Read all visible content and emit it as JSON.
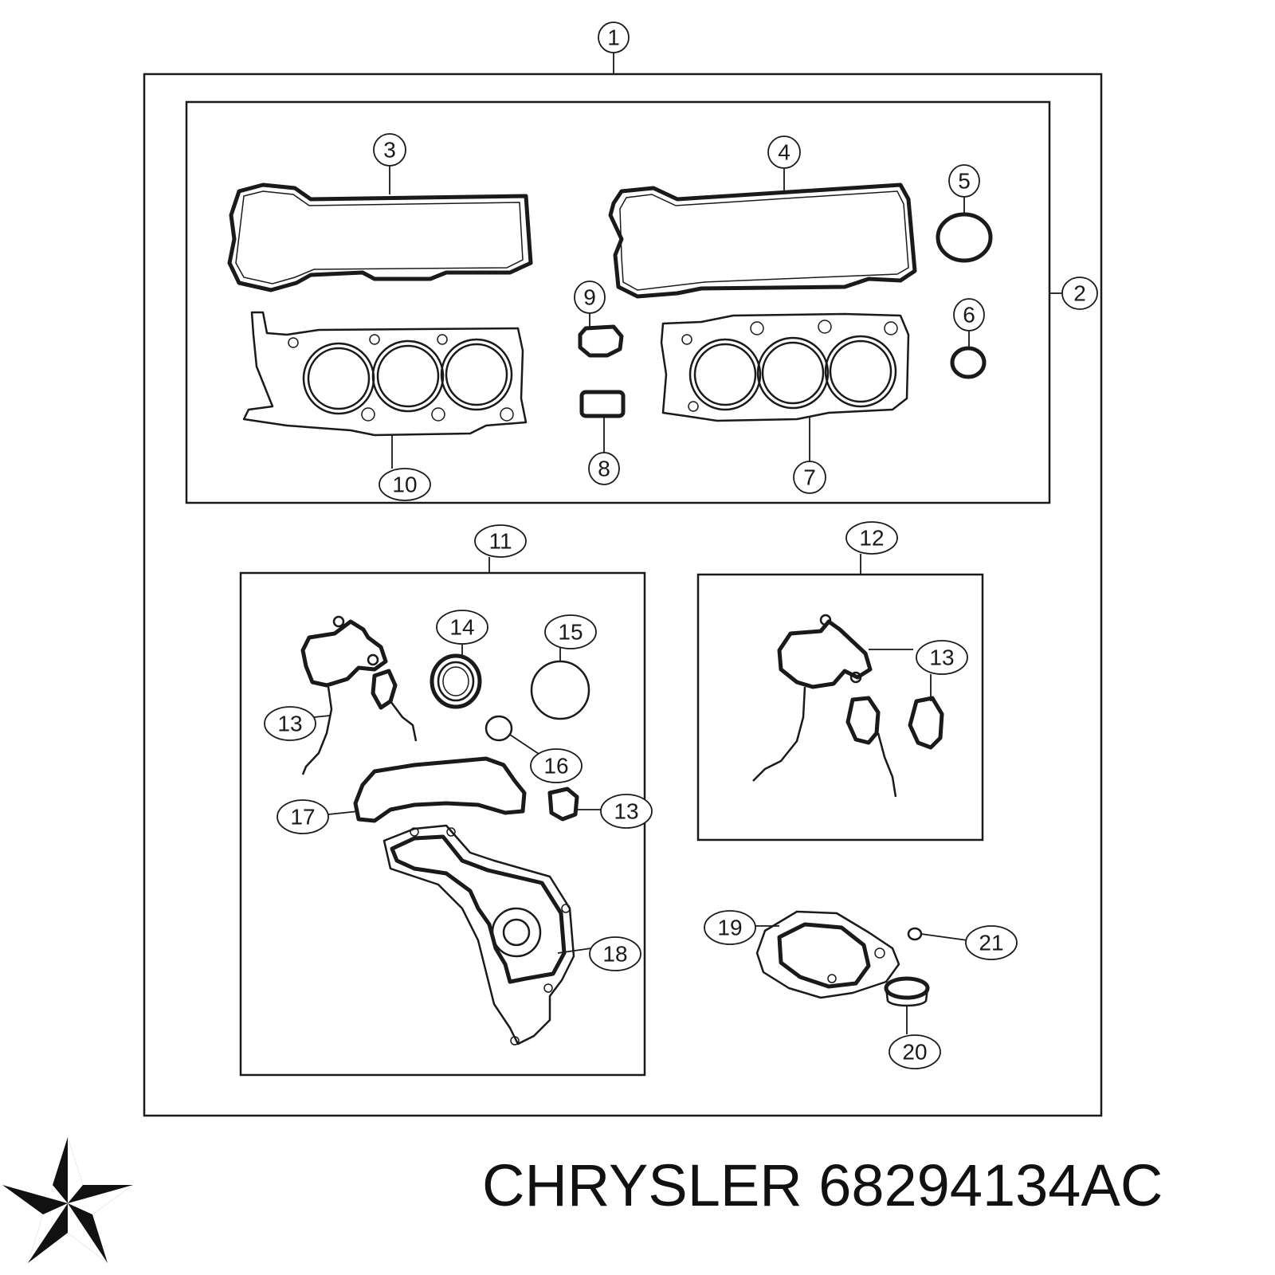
{
  "brand": {
    "name": "CHRYSLER",
    "part_number": "68294134AC",
    "logo_icon": "chrysler-pentastar-icon",
    "ink_color": "#1a1a1a"
  },
  "callouts": {
    "c1": "1",
    "c2": "2",
    "c3": "3",
    "c4": "4",
    "c5": "5",
    "c6": "6",
    "c7": "7",
    "c8": "8",
    "c9": "9",
    "c10": "10",
    "c11": "11",
    "c12": "12",
    "c13a": "13",
    "c13b": "13",
    "c13c": "13",
    "c14": "14",
    "c15": "15",
    "c16": "16",
    "c17": "17",
    "c18": "18",
    "c19": "19",
    "c20": "20",
    "c21": "21"
  },
  "parts": {
    "valve_cover_gasket_left": "valve-cover-gasket-left",
    "valve_cover_gasket_right": "valve-cover-gasket-right",
    "head_gasket_left": "cylinder-head-gasket-left",
    "head_gasket_right": "cylinder-head-gasket-right",
    "o_ring_large": "o-ring-large",
    "o_ring_small": "o-ring-small",
    "timing_cover_seal": "timing-cover-seal",
    "crank_seal": "crankshaft-front-seal",
    "water_pump_gasket": "water-pump-gasket",
    "thermostat_gasket": "thermostat-housing-gasket",
    "oil_cooler_gasket": "oil-cooler-gasket",
    "rear_main_seal": "rear-main-seal",
    "washer": "washer"
  }
}
